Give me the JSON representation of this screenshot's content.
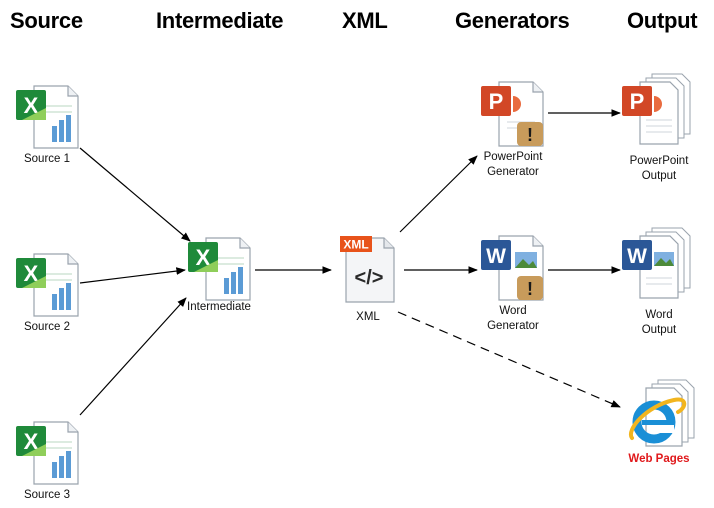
{
  "columns": {
    "source": "Source",
    "intermediate": "Intermediate",
    "xml": "XML",
    "generators": "Generators",
    "output": "Output"
  },
  "nodes": {
    "source1": "Source 1",
    "source2": "Source 2",
    "source3": "Source 3",
    "intermediate": "Intermediate",
    "xml": "XML",
    "xml_badge": "XML",
    "xml_glyph": "</>",
    "ppt_generator": "PowerPoint\nGenerator",
    "word_generator": "Word\nGenerator",
    "ppt_output": "PowerPoint\nOutput",
    "word_output": "Word\nOutput",
    "web_pages": "Web Pages"
  },
  "icons": {
    "excel": "excel-icon",
    "powerpoint": "powerpoint-icon",
    "word": "word-icon",
    "xml": "xml-file-icon",
    "internet_explorer": "internet-explorer-icon",
    "warning": "warning-icon"
  },
  "colors": {
    "excel": "#1f8a3a",
    "powerpoint": "#d24726",
    "word": "#2b5797",
    "xml_badge": "#e8531a",
    "web_label": "#e0181b",
    "ie": "#1a8fd6"
  },
  "edges": [
    {
      "from": "Source 1",
      "to": "Intermediate",
      "style": "solid"
    },
    {
      "from": "Source 2",
      "to": "Intermediate",
      "style": "solid"
    },
    {
      "from": "Source 3",
      "to": "Intermediate",
      "style": "solid"
    },
    {
      "from": "Intermediate",
      "to": "XML",
      "style": "solid"
    },
    {
      "from": "XML",
      "to": "PowerPoint Generator",
      "style": "solid"
    },
    {
      "from": "XML",
      "to": "Word Generator",
      "style": "solid"
    },
    {
      "from": "XML",
      "to": "Web Pages",
      "style": "dashed"
    },
    {
      "from": "PowerPoint Generator",
      "to": "PowerPoint Output",
      "style": "solid"
    },
    {
      "from": "Word Generator",
      "to": "Word Output",
      "style": "solid"
    }
  ]
}
